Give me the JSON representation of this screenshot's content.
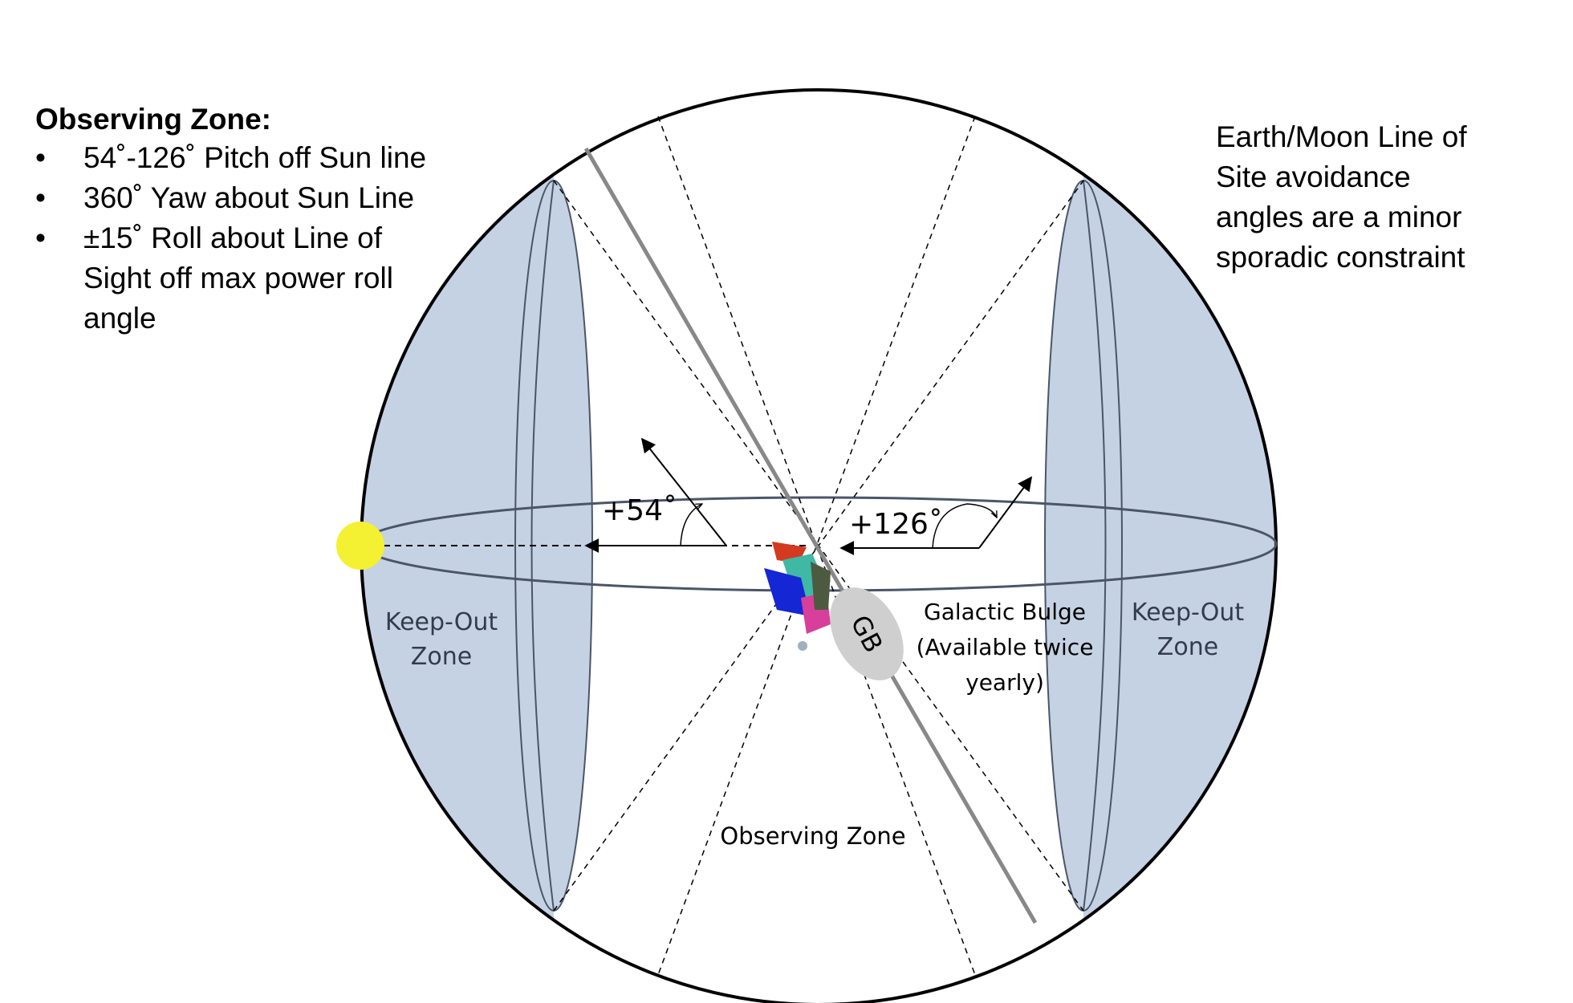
{
  "observing_zone_panel": {
    "title": "Observing Zone:",
    "bullets": [
      "54˚-126˚ Pitch off Sun line",
      "360˚ Yaw about Sun Line",
      "±15˚ Roll about Line of",
      "Sight off max power roll",
      "angle"
    ]
  },
  "earth_moon_note": {
    "lines": [
      "Earth/Moon Line of",
      "Site avoidance",
      "angles are a minor",
      "sporadic constraint"
    ]
  },
  "diagram": {
    "left_zone": {
      "line1": "Keep-Out",
      "line2": "Zone"
    },
    "right_zone": {
      "line1": "Keep-Out",
      "line2": "Zone"
    },
    "angle_54": "+54˚",
    "angle_126": "+126˚",
    "gb_label": "GB",
    "galactic_bulge": {
      "line1": "Galactic Bulge",
      "line2": "(Available twice",
      "line3": "yearly)"
    },
    "observing_zone_label": "Observing Zone",
    "colors": {
      "keep_out_fill": "#c5d2e4",
      "sun": "#f4f032",
      "gb_fill": "#cfcfcf",
      "gb_line": "#888888"
    }
  }
}
